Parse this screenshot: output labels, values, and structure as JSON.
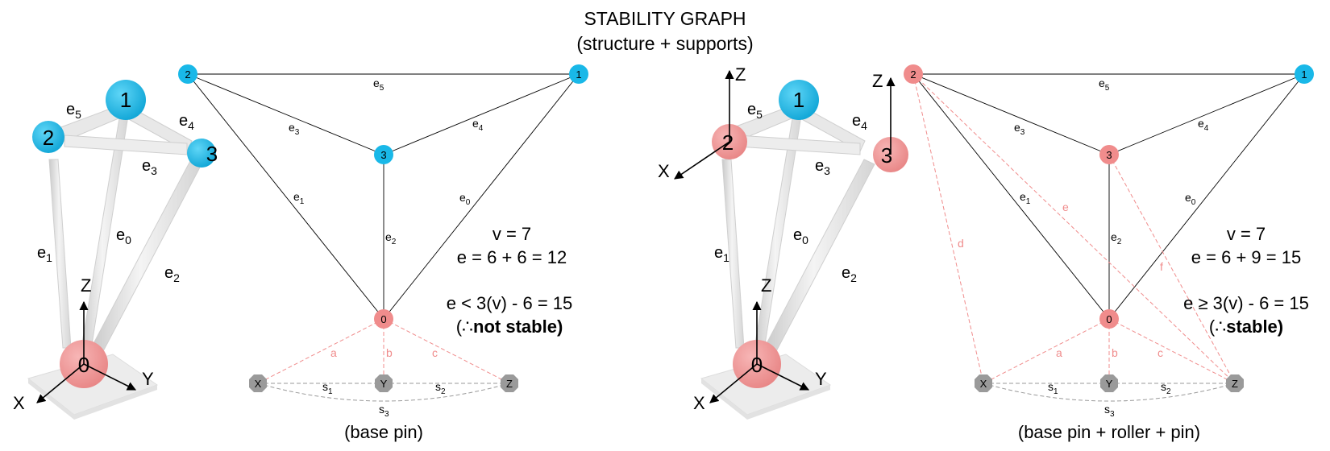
{
  "title": "STABILITY GRAPH",
  "subtitle": "(structure + supports)",
  "colors": {
    "blue": "#19b8e8",
    "red": "#f08c8c",
    "red_dark": "#e25c5c",
    "gray": "#9a9a9a"
  },
  "left": {
    "model": {
      "nodes": [
        "0",
        "1",
        "2",
        "3"
      ],
      "edges": [
        "e0",
        "e1",
        "e2",
        "e3",
        "e4",
        "e5"
      ],
      "axes": [
        "X",
        "Y",
        "Z"
      ]
    },
    "graph": {
      "nodes": [
        "0",
        "1",
        "2",
        "3"
      ],
      "edges": [
        "e0",
        "e1",
        "e2",
        "e3",
        "e4",
        "e5"
      ],
      "support_nodes": [
        "X",
        "Y",
        "Z"
      ],
      "support_edges": [
        "a",
        "b",
        "c"
      ],
      "base_edges": [
        "s1",
        "s2",
        "s3"
      ]
    },
    "v_line": "v = 7",
    "e_line": "e = 6 + 6 = 12",
    "cond_line": "e < 3(v) - 6 = 15",
    "result_prefix": "(∴",
    "result_word": "not stable",
    "result_suffix": ")",
    "caption": "(base pin)"
  },
  "right": {
    "model": {
      "nodes": [
        "0",
        "1",
        "2",
        "3"
      ],
      "edges": [
        "e0",
        "e1",
        "e2",
        "e3",
        "e4",
        "e5"
      ],
      "axes": [
        "X",
        "Y",
        "Z"
      ],
      "extra_axes": [
        "X",
        "Z",
        "Z"
      ]
    },
    "graph": {
      "nodes": [
        "0",
        "1",
        "2",
        "3"
      ],
      "edges": [
        "e0",
        "e1",
        "e2",
        "e3",
        "e4",
        "e5"
      ],
      "support_nodes": [
        "X",
        "Y",
        "Z"
      ],
      "support_edges": [
        "a",
        "b",
        "c",
        "d",
        "e",
        "f"
      ],
      "base_edges": [
        "s1",
        "s2",
        "s3"
      ]
    },
    "v_line": "v = 7",
    "e_line": "e = 6 + 9 = 15",
    "cond_line": "e ≥ 3(v) - 6 = 15",
    "result_prefix": "(∴",
    "result_word": "stable",
    "result_suffix": ")",
    "caption": "(base pin + roller + pin)"
  }
}
